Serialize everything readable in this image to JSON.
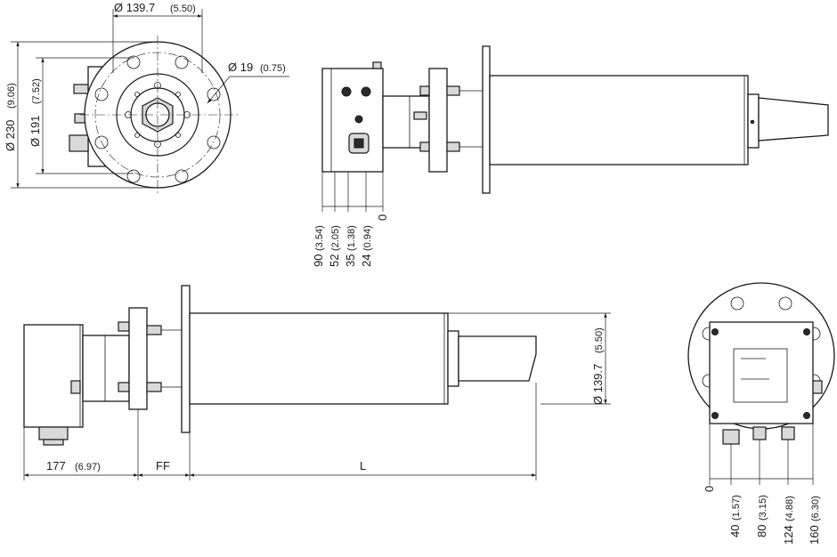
{
  "drawing": {
    "front_view": {
      "dia_outer_value": "Ø 139.7",
      "dia_outer_inch": "(5.50)",
      "dia_230_value": "Ø 230",
      "dia_230_inch": "(9.06)",
      "dia_191_value": "Ø 191",
      "dia_191_inch": "(7.52)",
      "hole_value": "Ø 19",
      "hole_inch": "(0.75)"
    },
    "top_side_view": {
      "offsets": [
        {
          "value": "90",
          "inch": "(3.54)"
        },
        {
          "value": "52",
          "inch": "(2.05)"
        },
        {
          "value": "35",
          "inch": "(1.38)"
        },
        {
          "value": "24",
          "inch": "(0.94)"
        },
        {
          "value": "0",
          "inch": ""
        }
      ]
    },
    "side_view": {
      "length_value": "177",
      "length_inch": "(6.97)",
      "ff_label": "FF",
      "l_label": "L",
      "tube_dia_value": "Ø 139.7",
      "tube_dia_inch": "(5.50)"
    },
    "rear_view": {
      "offsets": [
        {
          "value": "0",
          "inch": ""
        },
        {
          "value": "40",
          "inch": "(1.57)"
        },
        {
          "value": "80",
          "inch": "(3.15)"
        },
        {
          "value": "124",
          "inch": "(4.88)"
        },
        {
          "value": "160",
          "inch": "(6.30)"
        }
      ]
    }
  }
}
